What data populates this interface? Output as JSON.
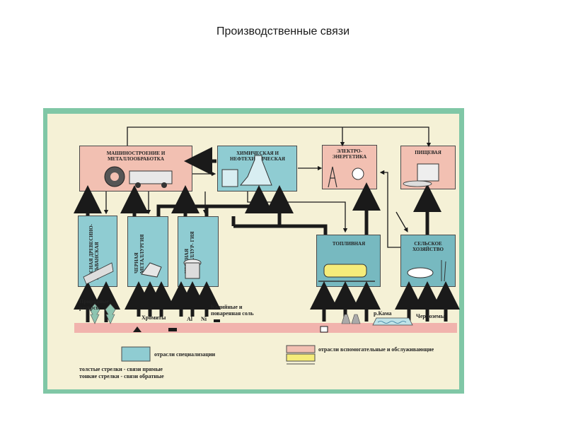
{
  "title": "Производственные связи",
  "boxes": {
    "machine": "МАШИНОСТРОЕНИЕ И МЕТАЛЛООБРАБОТКА",
    "chemical": "ХИМИЧЕСКАЯ И НЕФТЕХИМИЧЕСКАЯ",
    "electro": "ЭЛЕКТРО- ЭНЕРГЕТИКА",
    "food": "ПИЩЕВАЯ",
    "forest": "ЛЕСНАЯ ДРЕВЕСИНО- ГАЛЬВАНСКАЯ",
    "ferrous": "ЧЕРНАЯ МЕТАЛЛУРГИЯ",
    "nonferrous": "ЦВЕТНАЯ МЕТАЛЛУР- ГИЯ",
    "fuel": "ТОПЛИВНАЯ",
    "agri": "СЕЛЬСКОЕ ХОЗЯЙСТВО"
  },
  "resources": {
    "natural": "Природные ресурсы",
    "chromites": "Хромиты",
    "al": "Al",
    "ni": "Ni",
    "salts": "Калийные и поваренная соль",
    "kama": "р.Кама",
    "chernozem": "Черноземы"
  },
  "legend": {
    "specialization": "отрасли специализации",
    "auxiliary": "отрасли вспомогательные и обслуживающие",
    "thick": "толстые стрелки - связи прямые",
    "thin": "тонкие стрелки - связи обратные"
  },
  "colors": {
    "specialization": "#8fccd2",
    "auxiliary_pink": "#f2c0b2",
    "auxiliary_yellow": "#f5ec7a",
    "frame": "#80c7a6",
    "strip": "#f1b3ad"
  }
}
